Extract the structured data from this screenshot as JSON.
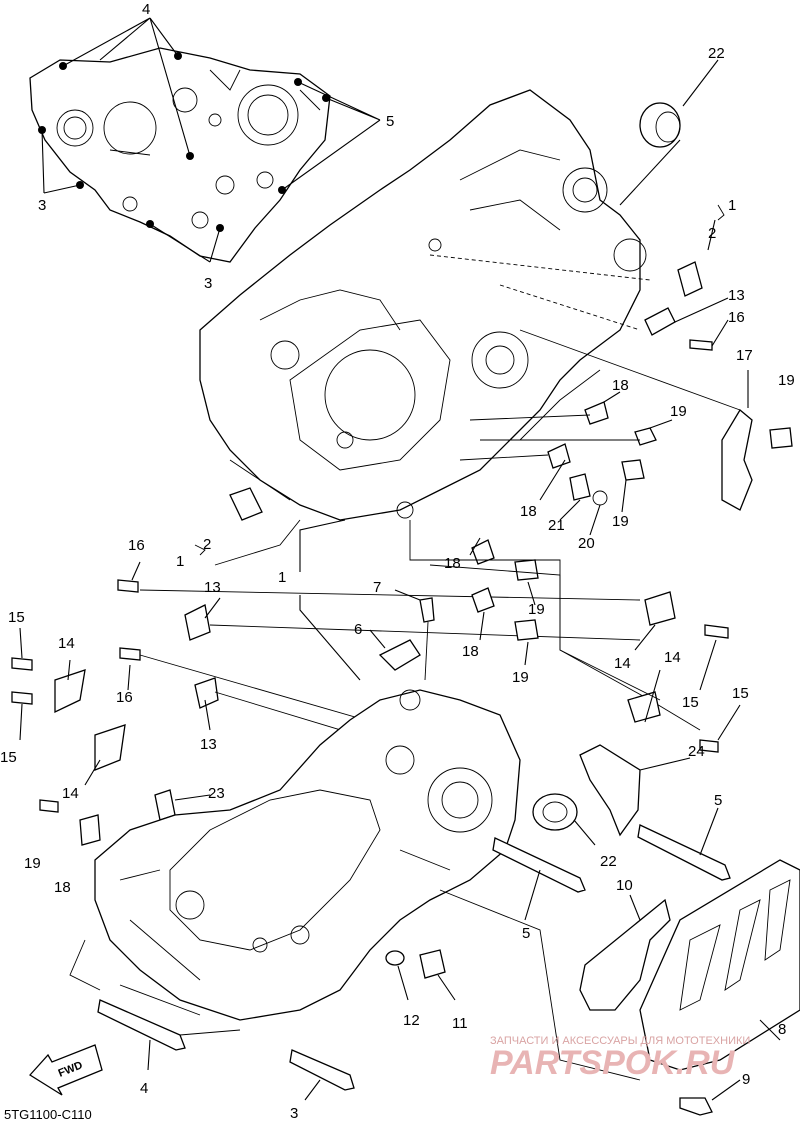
{
  "callouts": [
    {
      "id": "c4a",
      "text": "4"
    },
    {
      "id": "c5a",
      "text": "5"
    },
    {
      "id": "c3a",
      "text": "3"
    },
    {
      "id": "c3b",
      "text": "3"
    },
    {
      "id": "c22a",
      "text": "22"
    },
    {
      "id": "c1a",
      "text": "1"
    },
    {
      "id": "c2a",
      "text": "2"
    },
    {
      "id": "c13a",
      "text": "13"
    },
    {
      "id": "c16a",
      "text": "16"
    },
    {
      "id": "c17",
      "text": "17"
    },
    {
      "id": "c19a",
      "text": "19"
    },
    {
      "id": "c18a",
      "text": "18"
    },
    {
      "id": "c19b",
      "text": "19"
    },
    {
      "id": "c19c",
      "text": "19"
    },
    {
      "id": "c18b",
      "text": "18"
    },
    {
      "id": "c21",
      "text": "21"
    },
    {
      "id": "c20",
      "text": "20"
    },
    {
      "id": "c2b",
      "text": "2"
    },
    {
      "id": "c1b",
      "text": "1"
    },
    {
      "id": "c1c",
      "text": "1"
    },
    {
      "id": "c16b",
      "text": "16"
    },
    {
      "id": "c13b",
      "text": "13"
    },
    {
      "id": "c7",
      "text": "7"
    },
    {
      "id": "c18c",
      "text": "18"
    },
    {
      "id": "c19d",
      "text": "19"
    },
    {
      "id": "c15a",
      "text": "15"
    },
    {
      "id": "c14a",
      "text": "14"
    },
    {
      "id": "c6",
      "text": "6"
    },
    {
      "id": "c18d",
      "text": "18"
    },
    {
      "id": "c19e",
      "text": "19"
    },
    {
      "id": "c16c",
      "text": "16"
    },
    {
      "id": "c13c",
      "text": "13"
    },
    {
      "id": "c15b",
      "text": "15"
    },
    {
      "id": "c14b",
      "text": "14"
    },
    {
      "id": "c14c",
      "text": "14"
    },
    {
      "id": "c14d",
      "text": "14"
    },
    {
      "id": "c15c",
      "text": "15"
    },
    {
      "id": "c15d",
      "text": "15"
    },
    {
      "id": "c24",
      "text": "24"
    },
    {
      "id": "c23",
      "text": "23"
    },
    {
      "id": "c5b",
      "text": "5"
    },
    {
      "id": "c19f",
      "text": "19"
    },
    {
      "id": "c18e",
      "text": "18"
    },
    {
      "id": "c22b",
      "text": "22"
    },
    {
      "id": "c10",
      "text": "10"
    },
    {
      "id": "c5c",
      "text": "5"
    },
    {
      "id": "c12",
      "text": "12"
    },
    {
      "id": "c11",
      "text": "11"
    },
    {
      "id": "c8",
      "text": "8"
    },
    {
      "id": "c4b",
      "text": "4"
    },
    {
      "id": "c3c",
      "text": "3"
    },
    {
      "id": "c9",
      "text": "9"
    }
  ],
  "fwd_label": "FWD",
  "diagram_code": "5TG1100-C110",
  "watermark_small": "ЗАПЧАСТИ И АКСЕССУАРЫ ДЛЯ МОТОТЕХНИКИ",
  "watermark_brand": "PARTSPOK.RU"
}
